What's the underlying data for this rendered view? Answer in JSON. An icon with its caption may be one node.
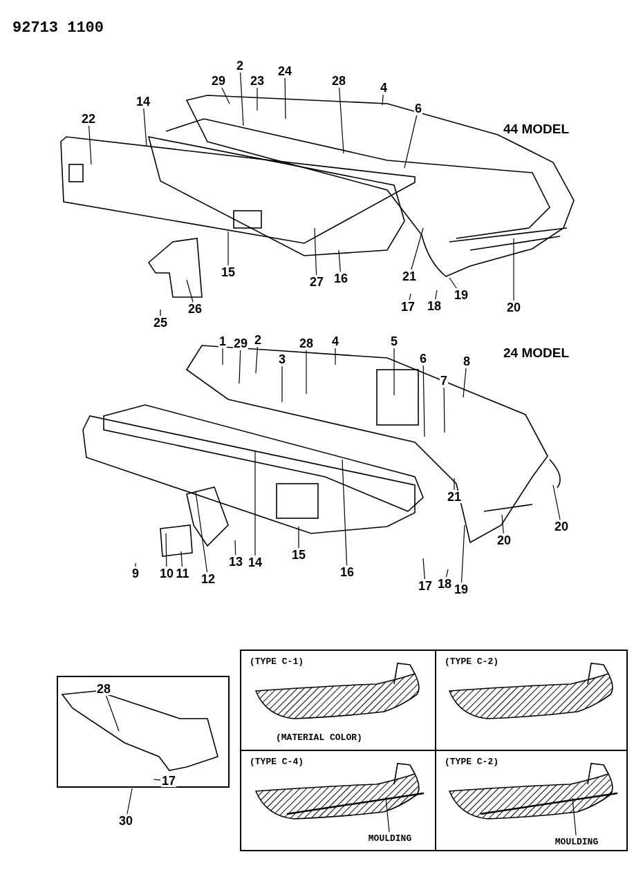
{
  "diagram": {
    "nodes": [
      {
        "text": [
          "29"
        ]
      },
      {
        "text": [
          "2"
        ]
      },
      {
        "text": [
          "23"
        ]
      },
      {
        "text": [
          "24"
        ]
      },
      {
        "text": [
          "28"
        ]
      },
      {
        "text": [
          "4"
        ]
      },
      {
        "text": [
          "6"
        ]
      },
      {
        "text": [
          "14"
        ]
      },
      {
        "text": [
          "22"
        ]
      },
      {
        "text": [
          "15"
        ]
      },
      {
        "text": [
          "27"
        ]
      },
      {
        "text": [
          "16"
        ]
      },
      {
        "text": [
          "26"
        ]
      },
      {
        "text": [
          "25"
        ]
      },
      {
        "text": [
          "21"
        ]
      },
      {
        "text": [
          "17"
        ]
      },
      {
        "text": [
          "18"
        ]
      },
      {
        "text": [
          "19"
        ]
      },
      {
        "text": [
          "20"
        ]
      },
      {
        "text": [
          "1"
        ]
      },
      {
        "text": [
          "29"
        ]
      },
      {
        "text": [
          "2"
        ]
      },
      {
        "text": [
          "3"
        ]
      },
      {
        "text": [
          "28"
        ]
      },
      {
        "text": [
          "4"
        ]
      },
      {
        "text": [
          "5"
        ]
      },
      {
        "text": [
          "6"
        ]
      },
      {
        "text": [
          "7"
        ]
      },
      {
        "text": [
          "8"
        ]
      },
      {
        "text": [
          "21"
        ]
      },
      {
        "text": [
          "20"
        ]
      },
      {
        "text": [
          "20"
        ]
      },
      {
        "text": [
          "19"
        ]
      },
      {
        "text": [
          "17"
        ]
      },
      {
        "text": [
          "18"
        ]
      },
      {
        "text": [
          "16"
        ]
      },
      {
        "text": [
          "15"
        ]
      },
      {
        "text": [
          "14"
        ]
      },
      {
        "text": [
          "13"
        ]
      },
      {
        "text": [
          "12"
        ]
      },
      {
        "text": [
          "11"
        ]
      },
      {
        "text": [
          "10"
        ]
      },
      {
        "text": [
          "9"
        ]
      },
      {
        "text": [],
        "shape": "box"
      },
      {
        "text": [
          "28"
        ],
        "in": 43
      },
      {
        "text": [
          "17"
        ],
        "in": 43
      },
      {
        "text": [
          "30"
        ]
      },
      {
        "text": [
          "(TYPE C-1)",
          "(MATERIAL COLOR)"
        ]
      },
      {
        "text": [
          "(TYPE C-2)"
        ]
      },
      {
        "text": [
          "(TYPE C-4)"
        ]
      },
      {
        "text": [
          "MOULDING"
        ],
        "in": 49
      },
      {
        "text": [
          "(TYPE C-2)"
        ]
      },
      {
        "text": [
          "MOULDING"
        ],
        "in": 51
      },
      {
        "text": [],
        "shape": "bar",
        "in": 49
      },
      {
        "text": [],
        "shape": "bar",
        "in": 51
      }
    ],
    "edges": [
      {
        "from": 0,
        "to": null,
        "arrow": "none"
      },
      {
        "from": 1,
        "to": null,
        "arrow": "none"
      },
      {
        "from": 2,
        "to": null,
        "arrow": "none"
      },
      {
        "from": 3,
        "to": null,
        "arrow": "none"
      },
      {
        "from": 4,
        "to": null,
        "arrow": "none"
      },
      {
        "from": 5,
        "to": null,
        "arrow": "none"
      },
      {
        "from": 6,
        "to": null,
        "arrow": "none"
      },
      {
        "from": 7,
        "to": null,
        "arrow": "none"
      },
      {
        "from": 8,
        "to": null,
        "arrow": "none"
      },
      {
        "from": 9,
        "to": null,
        "arrow": "none"
      },
      {
        "from": 10,
        "to": null,
        "arrow": "none"
      },
      {
        "from": 11,
        "to": null,
        "arrow": "none"
      },
      {
        "from": 12,
        "to": null,
        "arrow": "none"
      },
      {
        "from": 13,
        "to": null,
        "arrow": "none"
      },
      {
        "from": 14,
        "to": null,
        "arrow": "none"
      },
      {
        "from": 15,
        "to": null,
        "arrow": "none"
      },
      {
        "from": 16,
        "to": null,
        "arrow": "none"
      },
      {
        "from": 17,
        "to": null,
        "arrow": "none"
      },
      {
        "from": 18,
        "to": null,
        "arrow": "none"
      },
      {
        "from": 19,
        "to": null,
        "arrow": "none"
      },
      {
        "from": 20,
        "to": null,
        "arrow": "none"
      },
      {
        "from": 21,
        "to": null,
        "arrow": "none"
      },
      {
        "from": 22,
        "to": null,
        "arrow": "none"
      },
      {
        "from": 23,
        "to": null,
        "arrow": "none"
      },
      {
        "from": 24,
        "to": null,
        "arrow": "none"
      },
      {
        "from": 25,
        "to": null,
        "arrow": "none"
      },
      {
        "from": 26,
        "to": null,
        "arrow": "none"
      },
      {
        "from": 27,
        "to": null,
        "arrow": "none"
      },
      {
        "from": 28,
        "to": null,
        "arrow": "none"
      },
      {
        "from": 29,
        "to": null,
        "arrow": "none"
      },
      {
        "from": 30,
        "to": null,
        "arrow": "none"
      },
      {
        "from": 31,
        "to": null,
        "arrow": "none"
      },
      {
        "from": 32,
        "to": null,
        "arrow": "none"
      },
      {
        "from": 33,
        "to": null,
        "arrow": "none"
      },
      {
        "from": 34,
        "to": null,
        "arrow": "none"
      },
      {
        "from": 35,
        "to": null,
        "arrow": "none"
      },
      {
        "from": 36,
        "to": null,
        "arrow": "none"
      },
      {
        "from": 37,
        "to": null,
        "arrow": "none"
      },
      {
        "from": 38,
        "to": null,
        "arrow": "none"
      },
      {
        "from": 39,
        "to": null,
        "arrow": "none"
      },
      {
        "from": 40,
        "to": null,
        "arrow": "none"
      },
      {
        "from": 41,
        "to": null,
        "arrow": "none"
      },
      {
        "from": 42,
        "to": null,
        "arrow": "none"
      },
      {
        "from": 44,
        "to": null,
        "arrow": "none"
      },
      {
        "from": 45,
        "to": null,
        "arrow": "none"
      },
      {
        "from": 46,
        "to": 43,
        "arrow": "none"
      },
      {
        "from": 50,
        "to": 53,
        "arrow": "none"
      },
      {
        "from": 52,
        "to": 54,
        "arrow": "none"
      }
    ],
    "labels": [
      "92713 1100",
      "44 MODEL",
      "24 MODEL"
    ]
  }
}
